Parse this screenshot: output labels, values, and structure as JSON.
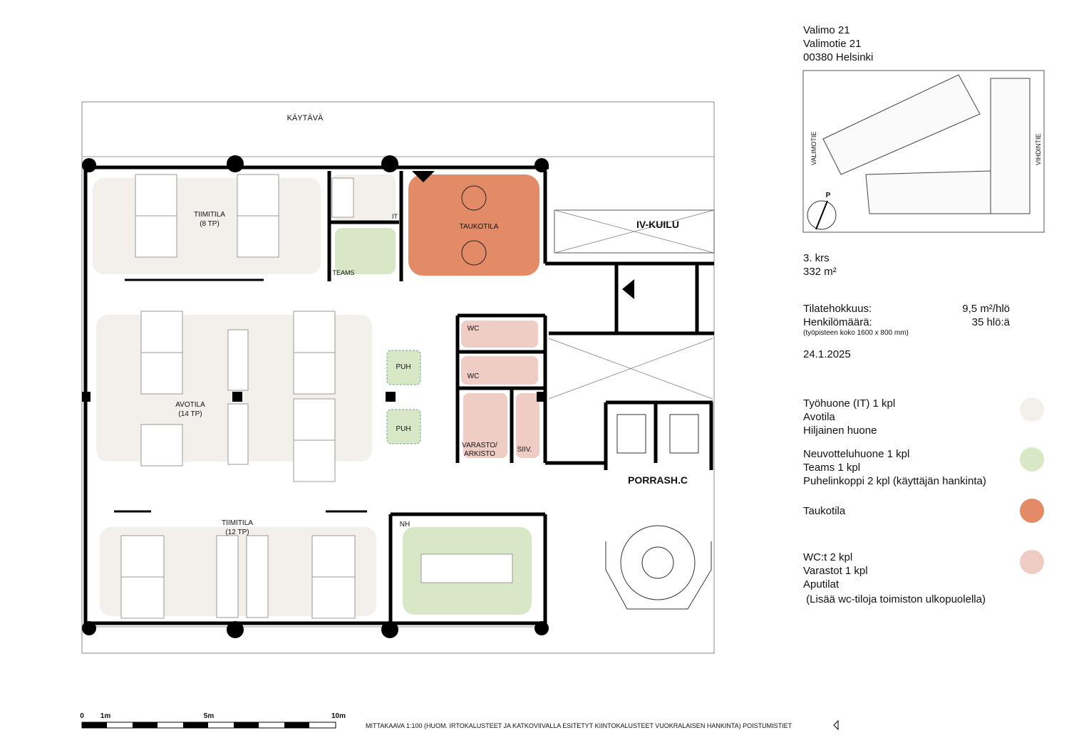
{
  "address": {
    "name": "Valimo 21",
    "street": "Valimotie 21",
    "city": "00380 Helsinki"
  },
  "keymap": {
    "street_left": "VALIMOTIE",
    "street_right": "VIHDINTIE",
    "marker": "P"
  },
  "floor": {
    "level": "3. krs",
    "area": "332 m²"
  },
  "stats": {
    "efficiency_label": "Tilatehokkuus:",
    "efficiency_value": "9,5 m²/hlö",
    "people_label": "Henkilömäärä:",
    "people_value": "35 hlö:ä",
    "note": "(työpisteen koko 1600 x 800 mm)",
    "date": "24.1.2025"
  },
  "legend": [
    {
      "lines": [
        "Työhuone (IT) 1 kpl",
        "Avotila",
        "Hiljainen huone"
      ],
      "color": "#f3f0eb"
    },
    {
      "lines": [
        "Neuvotteluhuone 1 kpl",
        "Teams 1 kpl",
        "Puhelinkoppi 2 kpl (käyttäjän hankinta)"
      ],
      "color": "#d8e8c6"
    },
    {
      "lines": [
        "Taukotila"
      ],
      "color": "#e38a66"
    },
    {
      "lines": [
        "WC:t 2 kpl",
        "Varastot 1 kpl",
        "Aputilat",
        " (Lisää wc-tiloja toimiston ulkopuolella)"
      ],
      "color": "#efcdc5"
    }
  ],
  "plan": {
    "corridor": "KÄYTÄVÄ",
    "team8": "TIIMITILA",
    "team8_cap": "(8 TP)",
    "it": "IT",
    "teams": "TEAMS",
    "break": "TAUKOTILA",
    "shaft": "IV-KUILU",
    "open": "AVOTILA",
    "open_cap": "(14 TP)",
    "puh": "PUH",
    "wc": "WC",
    "storage1": "VARASTO/",
    "storage2": "ARKISTO",
    "cleaning": "SIIV.",
    "stair": "PORRASH.C",
    "team12": "TIIMITILA",
    "team12_cap": "(12 TP)",
    "meeting": "NH"
  },
  "scale": {
    "ticks": [
      "0",
      "1m",
      "5m",
      "10m"
    ],
    "note": "MITTAKAAVA 1:100  (HUOM. IRTOKALUSTEET JA KATKOVIIVALLA ESITETYT KIINTOKALUSTEET VUOKRALAISEN HANKINTA)  POISTUMISTIET"
  }
}
